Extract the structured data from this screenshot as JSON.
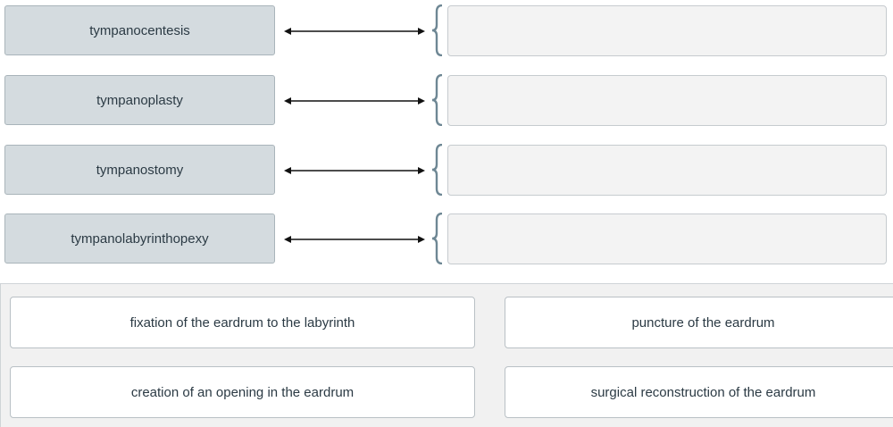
{
  "terms": [
    {
      "label": "tympanocentesis"
    },
    {
      "label": "tympanoplasty"
    },
    {
      "label": "tympanostomy"
    },
    {
      "label": "tympanolabyrinthopexy"
    }
  ],
  "choices": [
    {
      "label": "fixation of the eardrum to the labyrinth"
    },
    {
      "label": "puncture of the eardrum"
    },
    {
      "label": "creation of an opening in the eardrum"
    },
    {
      "label": "surgical reconstruction of the eardrum"
    }
  ],
  "colors": {
    "term_bg": "#d4dbdf",
    "target_bg": "#f3f3f3",
    "bank_bg": "#f1f1f1",
    "brace": "#6e8794",
    "arrow": "#111111"
  }
}
